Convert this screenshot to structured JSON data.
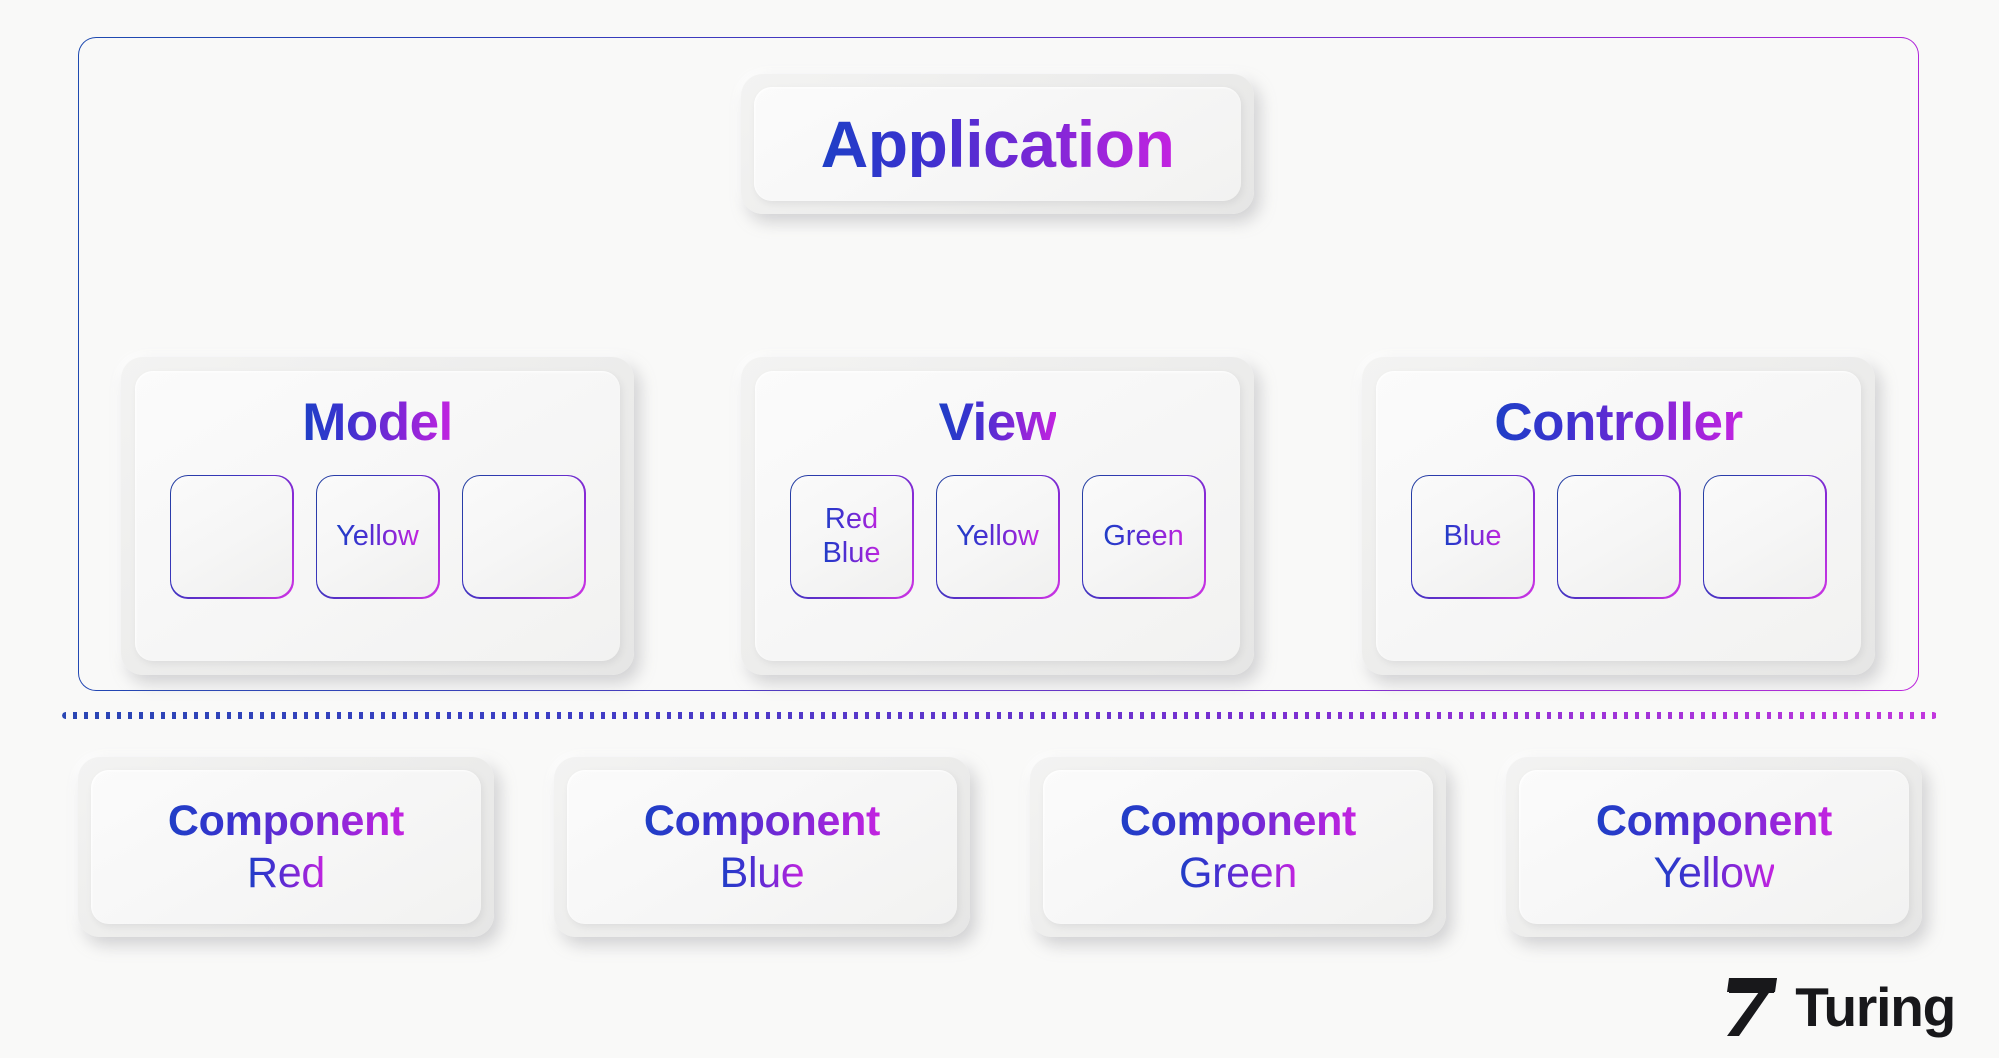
{
  "theme": {
    "background": "#f9f9f8",
    "gradient_start": "#1f3fc6",
    "gradient_mid": "#7b27d6",
    "gradient_end": "#c323e0",
    "frame_border_start": "#1f4bb0",
    "frame_border_end": "#bc25dc",
    "logo_color": "#18181b"
  },
  "application": {
    "title": "Application"
  },
  "layers": [
    {
      "title": "Model",
      "slots": [
        {
          "label": ""
        },
        {
          "label": "Yellow"
        },
        {
          "label": ""
        }
      ]
    },
    {
      "title": "View",
      "slots": [
        {
          "label": "Red\nBlue"
        },
        {
          "label": "Yellow"
        },
        {
          "label": "Green"
        }
      ]
    },
    {
      "title": "Controller",
      "slots": [
        {
          "label": "Blue"
        },
        {
          "label": ""
        },
        {
          "label": ""
        }
      ]
    }
  ],
  "components": [
    {
      "title": "Component",
      "name": "Red"
    },
    {
      "title": "Component",
      "name": "Blue"
    },
    {
      "title": "Component",
      "name": "Green"
    },
    {
      "title": "Component",
      "name": "Yellow"
    }
  ],
  "logo": {
    "wordmark": "Turing",
    "mark": "seven-mark-icon"
  }
}
